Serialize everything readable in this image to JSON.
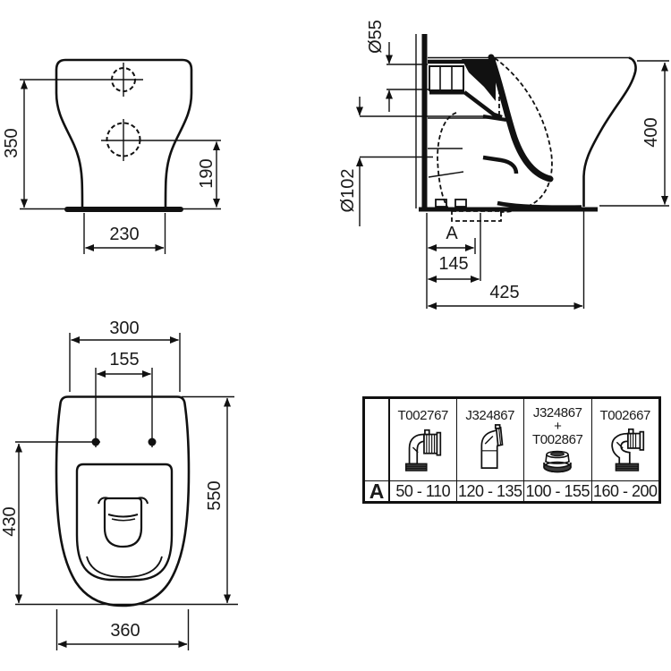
{
  "colors": {
    "line": "#111111",
    "background": "#ffffff"
  },
  "front_view": {
    "dim_height_total": "350",
    "dim_inlet_height": "190",
    "dim_base_width": "230"
  },
  "side_view": {
    "dim_outlet_diameter": "Ø55",
    "dim_inlet_diameter": "Ø102",
    "dim_height": "400",
    "dim_a_label": "A",
    "dim_outlet_offset": "145",
    "dim_depth": "425"
  },
  "plan_view": {
    "dim_top_width": "300",
    "dim_fixing_centres": "155",
    "dim_length": "550",
    "dim_fixing_to_front": "430",
    "dim_max_width": "360"
  },
  "table": {
    "row_label": "A",
    "columns": [
      {
        "part_lines": [
          "T002767"
        ],
        "icon": "elbow-90-pan-connector-icon",
        "range": "50 - 110"
      },
      {
        "part_lines": [
          "J324867"
        ],
        "icon": "offset-pan-connector-icon",
        "range": "120 - 135"
      },
      {
        "part_lines": [
          "J324867",
          "+",
          "T002867"
        ],
        "icon": "eccentric-reducer-connector-icon",
        "range": "100 - 155"
      },
      {
        "part_lines": [
          "T002667"
        ],
        "icon": "swan-neck-pan-connector-icon",
        "range": "160 - 200"
      }
    ]
  }
}
